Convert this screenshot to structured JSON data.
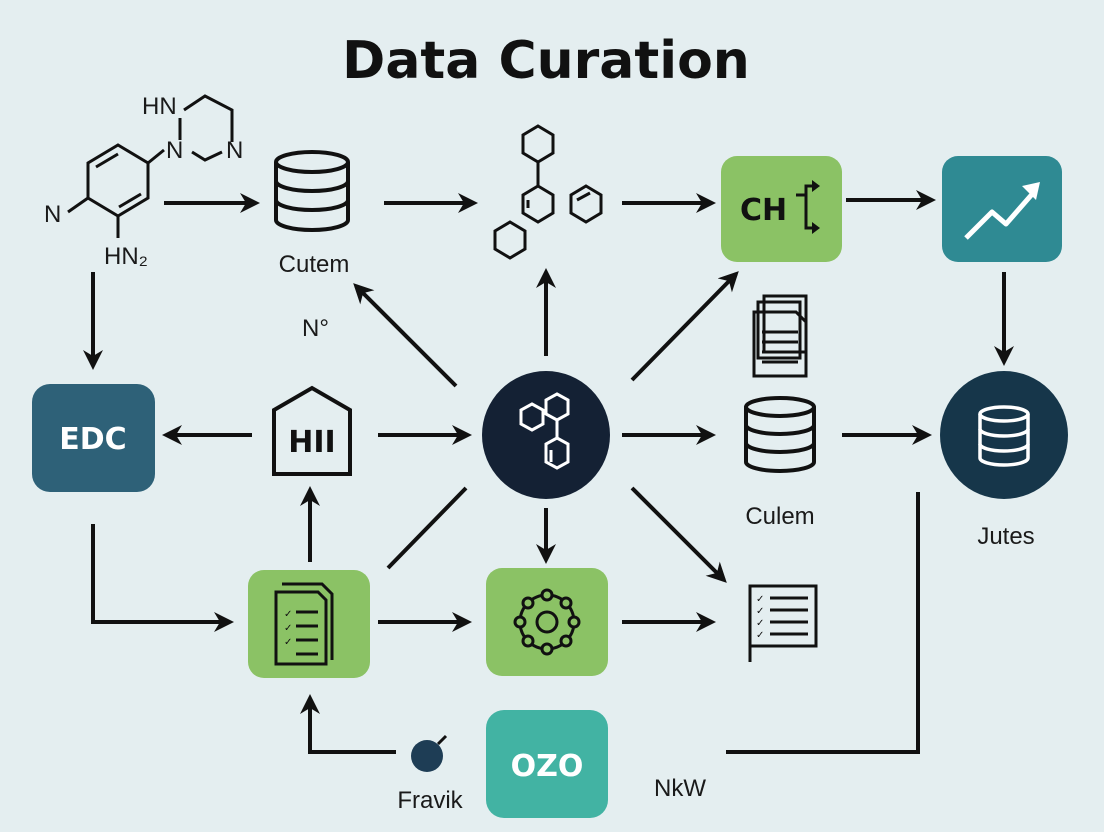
{
  "title": "Data Curation",
  "colors": {
    "background": "#e4eef0",
    "green": "#8bc265",
    "teal": "#2f8a93",
    "blue_slate": "#2e6178",
    "navy": "#142134",
    "ozo_teal": "#42b3a3",
    "edc_text": "#ffffff",
    "ch_text": "#111111"
  },
  "nodes": {
    "molecule": {
      "texts": [
        "HN",
        "N",
        "N",
        "N",
        "HN₂"
      ],
      "icon": "aminopyridine-molecule-icon"
    },
    "database_top": {
      "label": "Cutem",
      "icon": "database-icon"
    },
    "rings": {
      "icon": "hexagon-rings-icon"
    },
    "ch_box": {
      "label": "CH",
      "icon": "branch-arrows-icon"
    },
    "trend_box": {
      "icon": "trending-up-icon"
    },
    "edc_box": {
      "label": "EDC"
    },
    "n_degree_label": {
      "label": "N°"
    },
    "house": {
      "label": "HII",
      "icon": "house-icon"
    },
    "center_hub": {
      "icon": "molecule-hub-icon"
    },
    "documents": {
      "icon": "documents-icon"
    },
    "database_mid": {
      "label": "Culem",
      "icon": "database-icon"
    },
    "jutes": {
      "label": "Jutes",
      "icon": "database-circle-icon"
    },
    "checklist_box": {
      "icon": "checklist-documents-icon"
    },
    "network_box": {
      "icon": "network-gear-icon"
    },
    "checklist_flag": {
      "icon": "checklist-flag-icon"
    },
    "fravik": {
      "label": "Fravik",
      "icon": "bomb-dot-icon"
    },
    "ozo_box": {
      "label": "OZO"
    },
    "nkw": {
      "label": "NkW"
    }
  }
}
